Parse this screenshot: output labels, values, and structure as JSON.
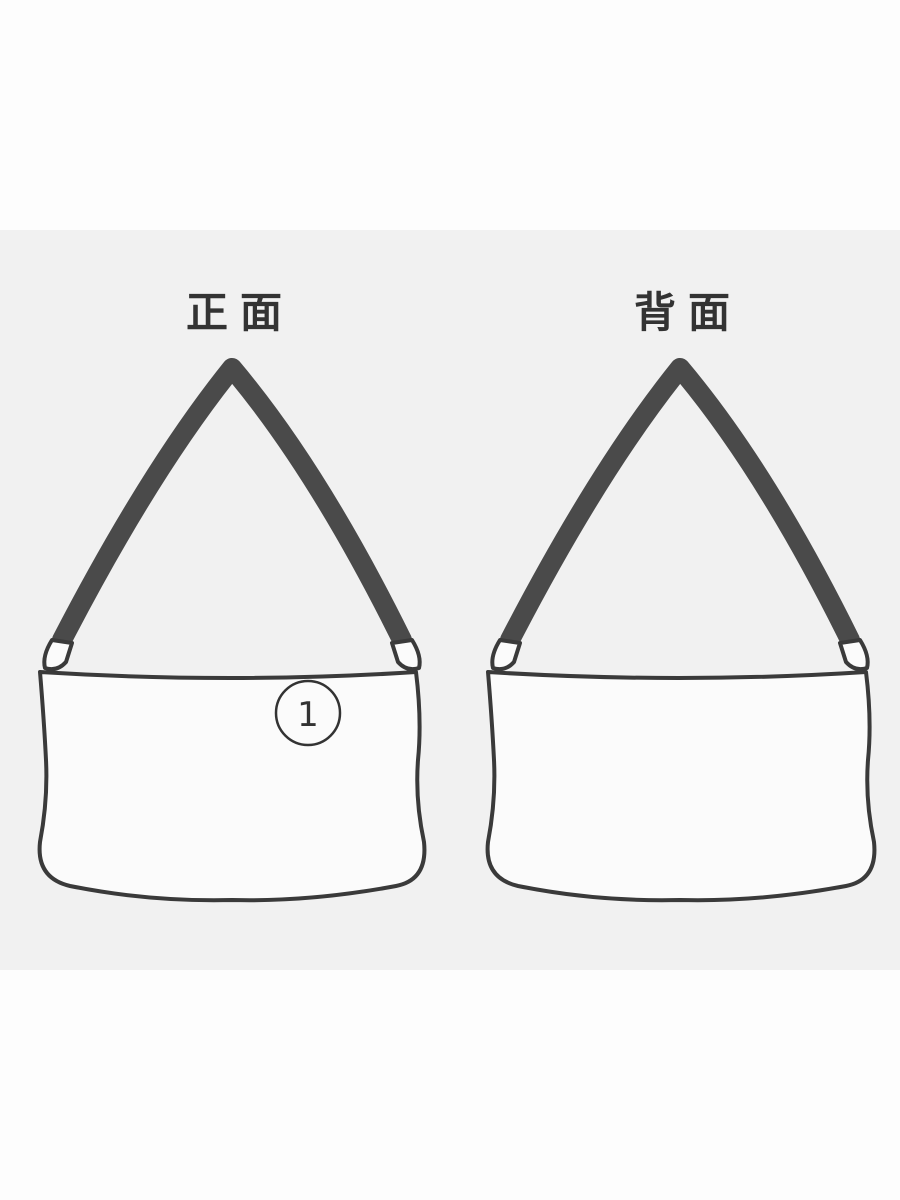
{
  "front": {
    "title": "正面",
    "callout": "1"
  },
  "back": {
    "title": "背面"
  },
  "colors": {
    "outline": "#3a3a3a",
    "strap": "#4a4a4a",
    "panel": "#f1f1f1",
    "bag_fill": "#fbfbfb"
  }
}
